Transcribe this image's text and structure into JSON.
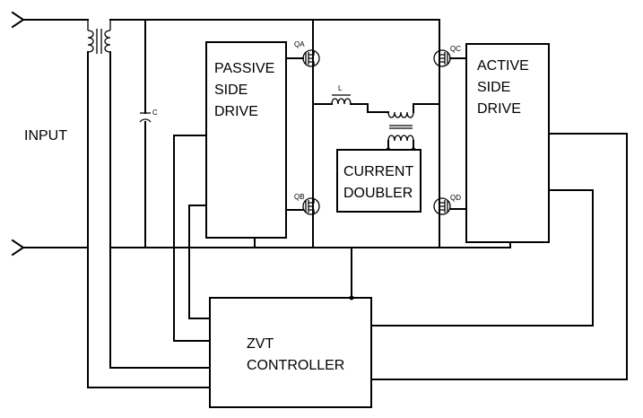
{
  "labels": {
    "input": "INPUT",
    "capacitor": "C",
    "inductor": "L",
    "qa": "QA",
    "qb": "QB",
    "qc": "QC",
    "qd": "QD"
  },
  "blocks": {
    "passive_drive": [
      "PASSIVE",
      "SIDE",
      "DRIVE"
    ],
    "active_drive": [
      "ACTIVE",
      "SIDE",
      "DRIVE"
    ],
    "current_doubler": [
      "CURRENT",
      "DOUBLER"
    ],
    "zvt_controller": [
      "ZVT",
      "CONTROLLER"
    ]
  },
  "icons": {
    "input_terminal": "arrow-terminal-icon",
    "transformer": "transformer-icon",
    "capacitor": "capacitor-icon",
    "mosfet": "mosfet-icon",
    "inductor": "inductor-icon"
  }
}
